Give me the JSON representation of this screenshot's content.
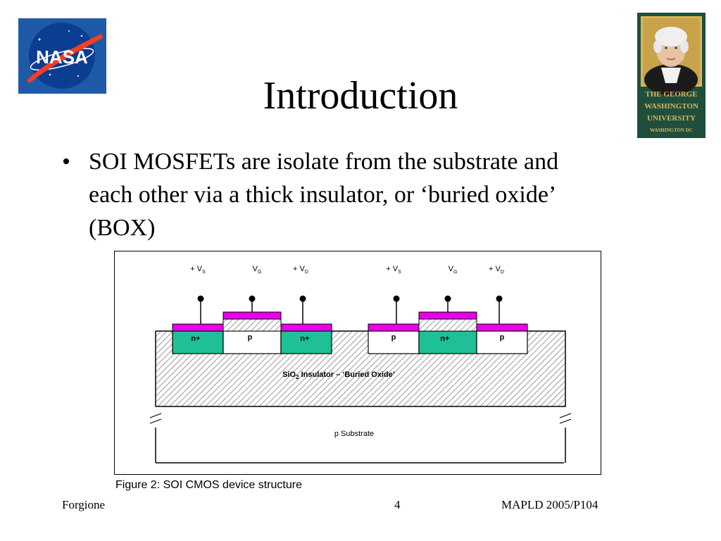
{
  "slide": {
    "title": "Introduction",
    "bullets": [
      {
        "marker": "•",
        "lines": [
          "SOI MOSFETs are isolate from the substrate and",
          "each other via a thick insulator, or ‘buried oxide’",
          "(BOX)"
        ]
      }
    ]
  },
  "logos": {
    "nasa": {
      "text": "NASA"
    },
    "gwu": {
      "lines": [
        "THE GEORGE",
        "WASHINGTON",
        "UNIVERSITY",
        "WASHINGTON DC"
      ]
    }
  },
  "figure": {
    "terminals": [
      {
        "main": "+ V",
        "sub": "S"
      },
      {
        "main": "V",
        "sub": "G"
      },
      {
        "main": "+ V",
        "sub": "D"
      },
      {
        "main": "+ V",
        "sub": "S"
      },
      {
        "main": "V",
        "sub": "G"
      },
      {
        "main": "+ V",
        "sub": "D"
      }
    ],
    "regions": [
      "n+",
      "p",
      "n+",
      "p",
      "n+",
      "p"
    ],
    "insulator_label": {
      "a": "SiO",
      "sub": "2",
      "b": " Insulator – ‘Buried Oxide’"
    },
    "substrate_label": "p Substrate",
    "caption": "Figure 2:  SOI CMOS device structure"
  },
  "footer": {
    "left": "Forgione",
    "center": "4",
    "right": "MAPLD 2005/P104"
  },
  "colors": {
    "metal": "#e800e8",
    "n_region": "#1fbf98",
    "nasa_blue": "#0b3d91",
    "nasa_red": "#fc3d21",
    "gwu_green": "#1f4e3d",
    "gwu_gold": "#d9b65a"
  }
}
